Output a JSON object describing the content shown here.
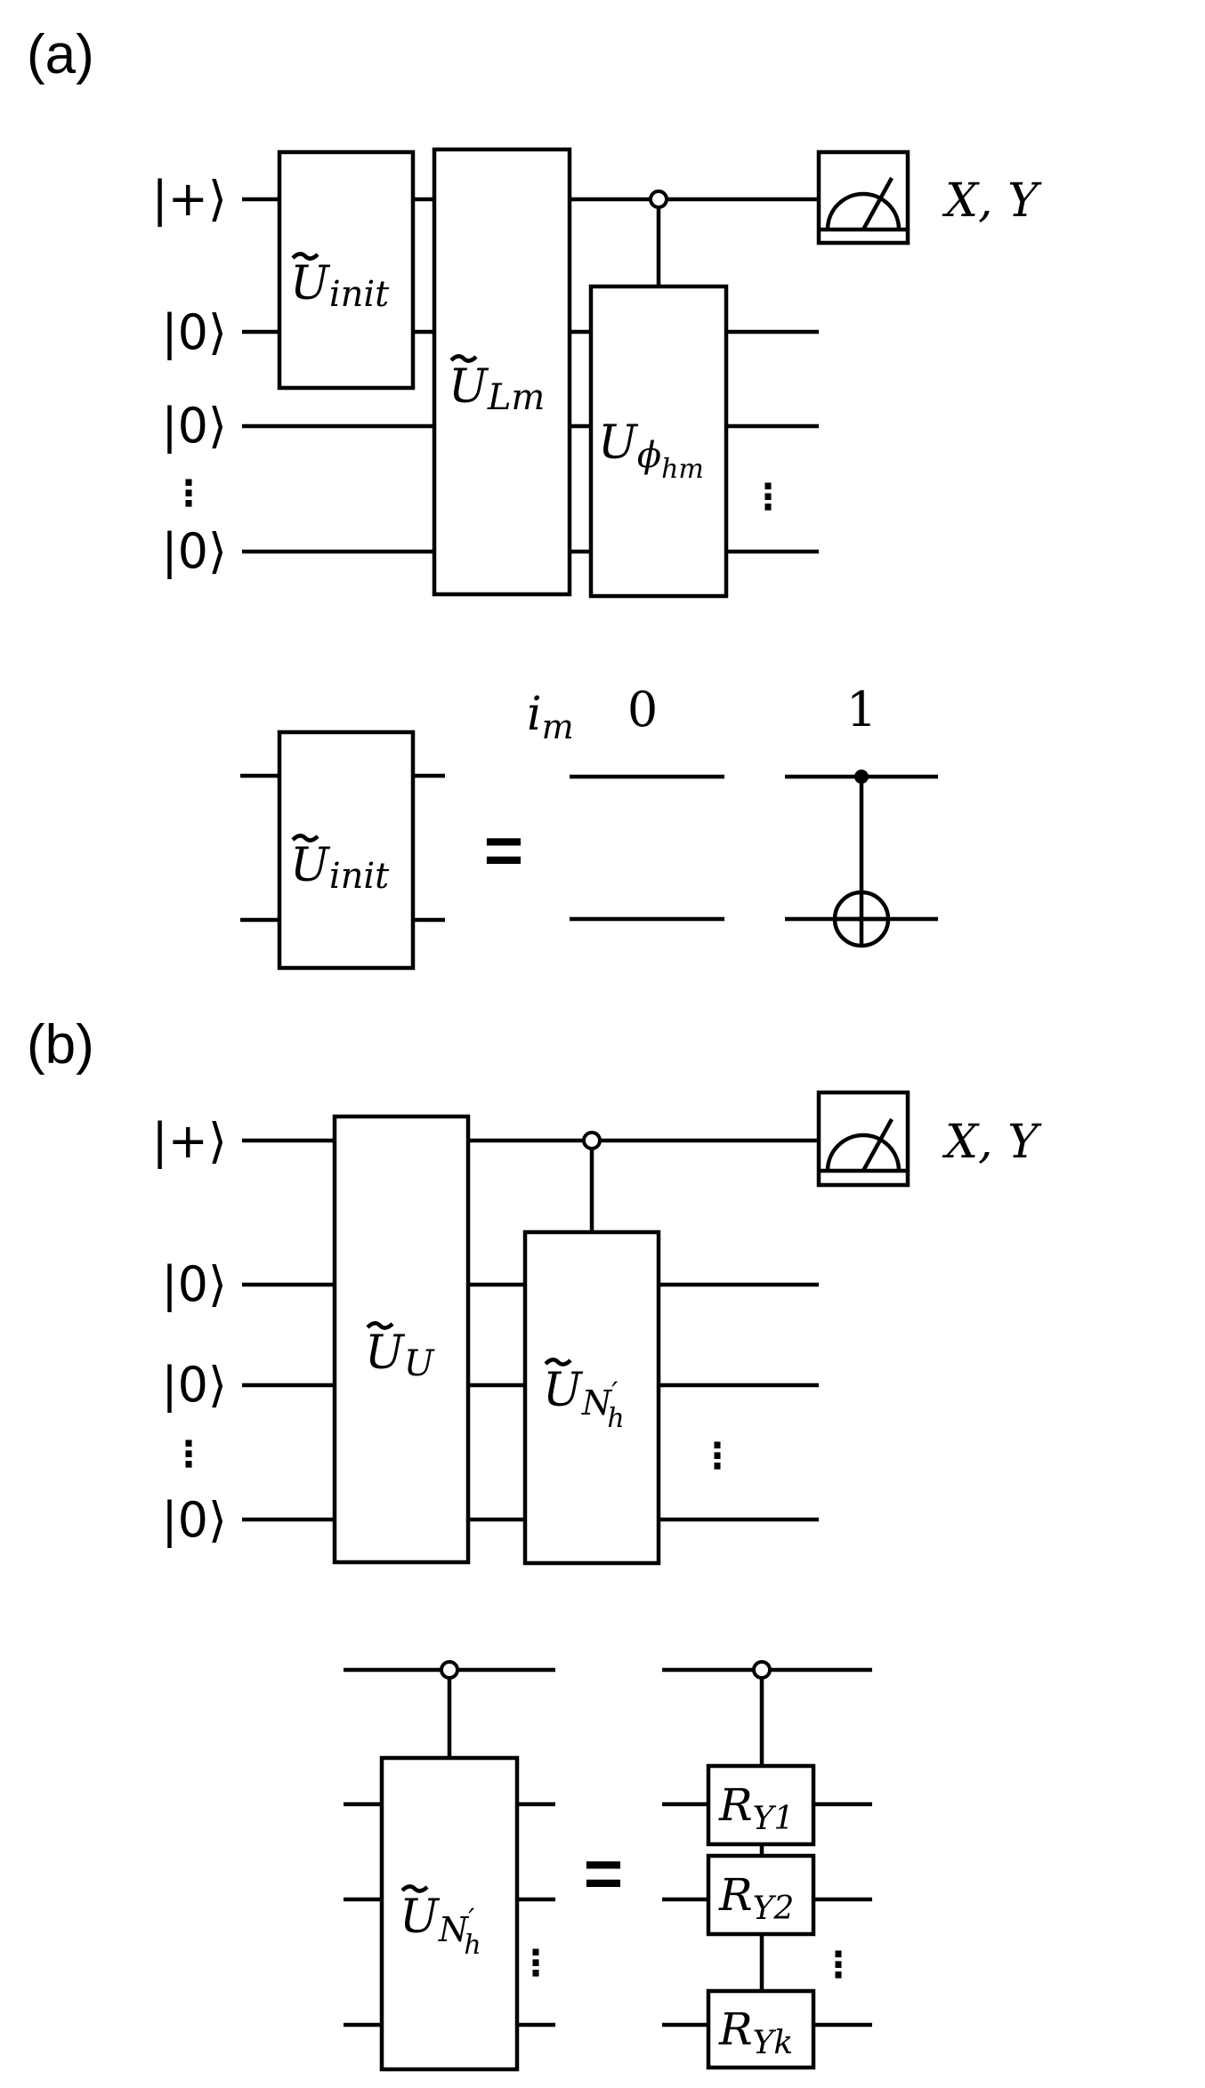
{
  "panel_a": {
    "label": "(a)",
    "inputs": [
      "|+⟩",
      "|0⟩",
      "|0⟩",
      "|0⟩"
    ],
    "vdots": "⋮",
    "gate_init": {
      "base": "U",
      "sub": "init"
    },
    "gate_L": {
      "base": "U",
      "sub": "Lm"
    },
    "gate_phi": {
      "base": "U",
      "sub": "ϕ",
      "subsub": "hm"
    },
    "measure_label": "X, Y",
    "definition": {
      "gate": {
        "base": "U",
        "sub": "init"
      },
      "equals": "=",
      "index_label": "i",
      "index_sub": "m",
      "case0": "0",
      "case1": "1"
    }
  },
  "panel_b": {
    "label": "(b)",
    "inputs": [
      "|+⟩",
      "|0⟩",
      "|0⟩",
      "|0⟩"
    ],
    "vdots": "⋮",
    "gate_U": {
      "base": "U",
      "sub": "U"
    },
    "gate_N": {
      "base": "U",
      "sub": "N",
      "prime": "′",
      "subsub": "h"
    },
    "measure_label": "X, Y",
    "definition": {
      "gate": {
        "base": "U",
        "sub": "N",
        "prime": "′",
        "subsub": "h"
      },
      "equals": "=",
      "rotations": [
        {
          "base": "R",
          "sub": "Y1"
        },
        {
          "base": "R",
          "sub": "Y2"
        },
        {
          "base": "R",
          "sub": "Yk"
        }
      ]
    }
  }
}
